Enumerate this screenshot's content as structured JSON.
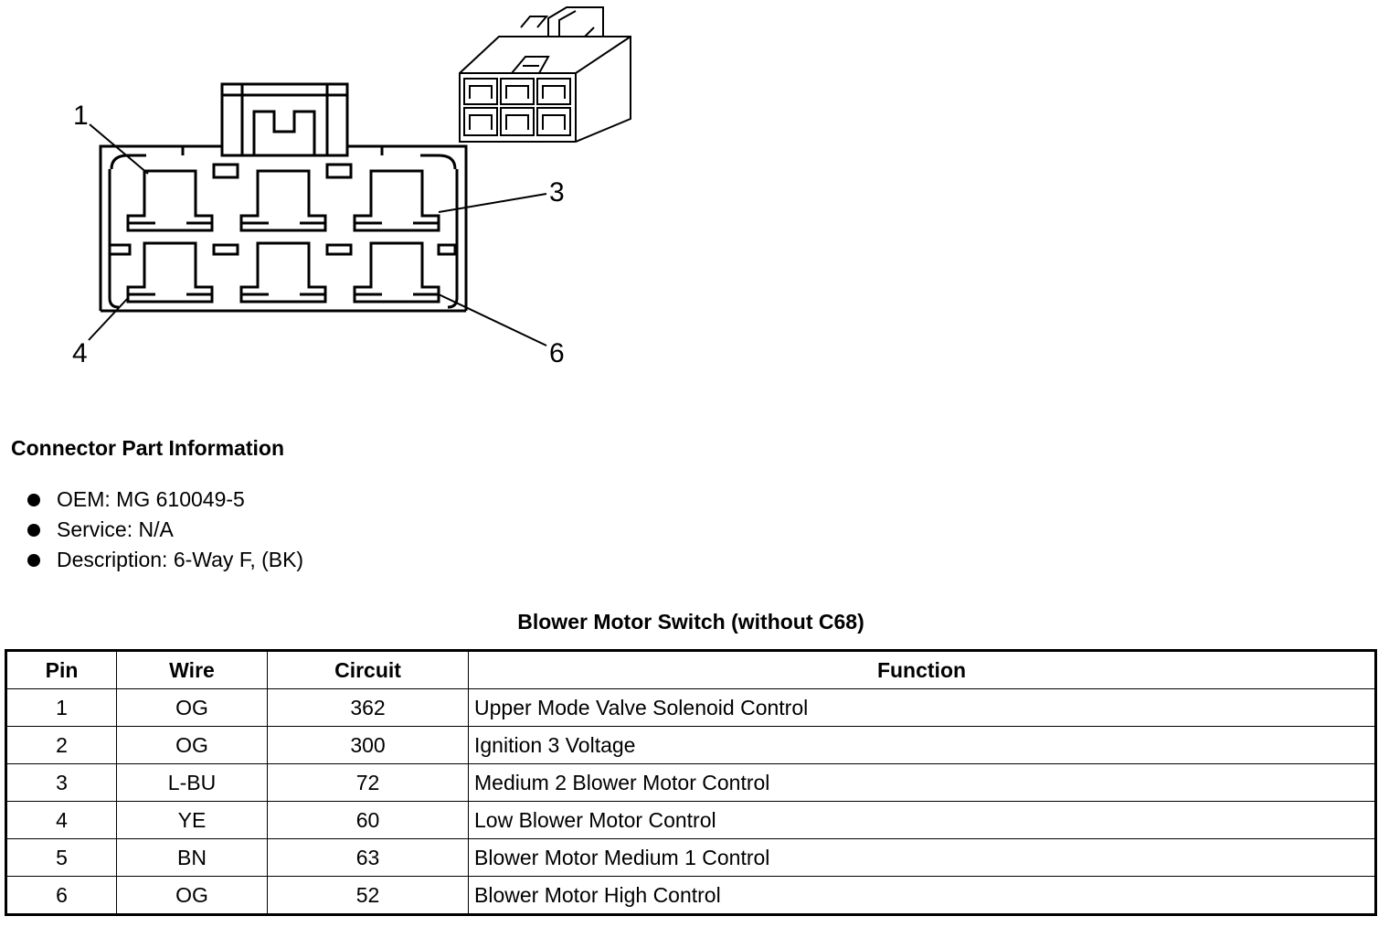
{
  "diagram": {
    "pin_labels": [
      "1",
      "3",
      "4",
      "6"
    ]
  },
  "connector_info": {
    "title": "Connector Part Information",
    "items": [
      "OEM: MG 610049-5",
      "Service: N/A",
      "Description: 6-Way F, (BK)"
    ]
  },
  "pin_table": {
    "title": "Blower Motor Switch (without C68)",
    "headers": [
      "Pin",
      "Wire",
      "Circuit",
      "Function"
    ],
    "rows": [
      [
        "1",
        "OG",
        "362",
        "Upper Mode Valve Solenoid Control"
      ],
      [
        "2",
        "OG",
        "300",
        "Ignition 3 Voltage"
      ],
      [
        "3",
        "L-BU",
        "72",
        "Medium 2 Blower Motor Control"
      ],
      [
        "4",
        "YE",
        "60",
        "Low Blower Motor Control"
      ],
      [
        "5",
        "BN",
        "63",
        "Blower Motor Medium 1 Control"
      ],
      [
        "6",
        "OG",
        "52",
        "Blower Motor High Control"
      ]
    ]
  }
}
